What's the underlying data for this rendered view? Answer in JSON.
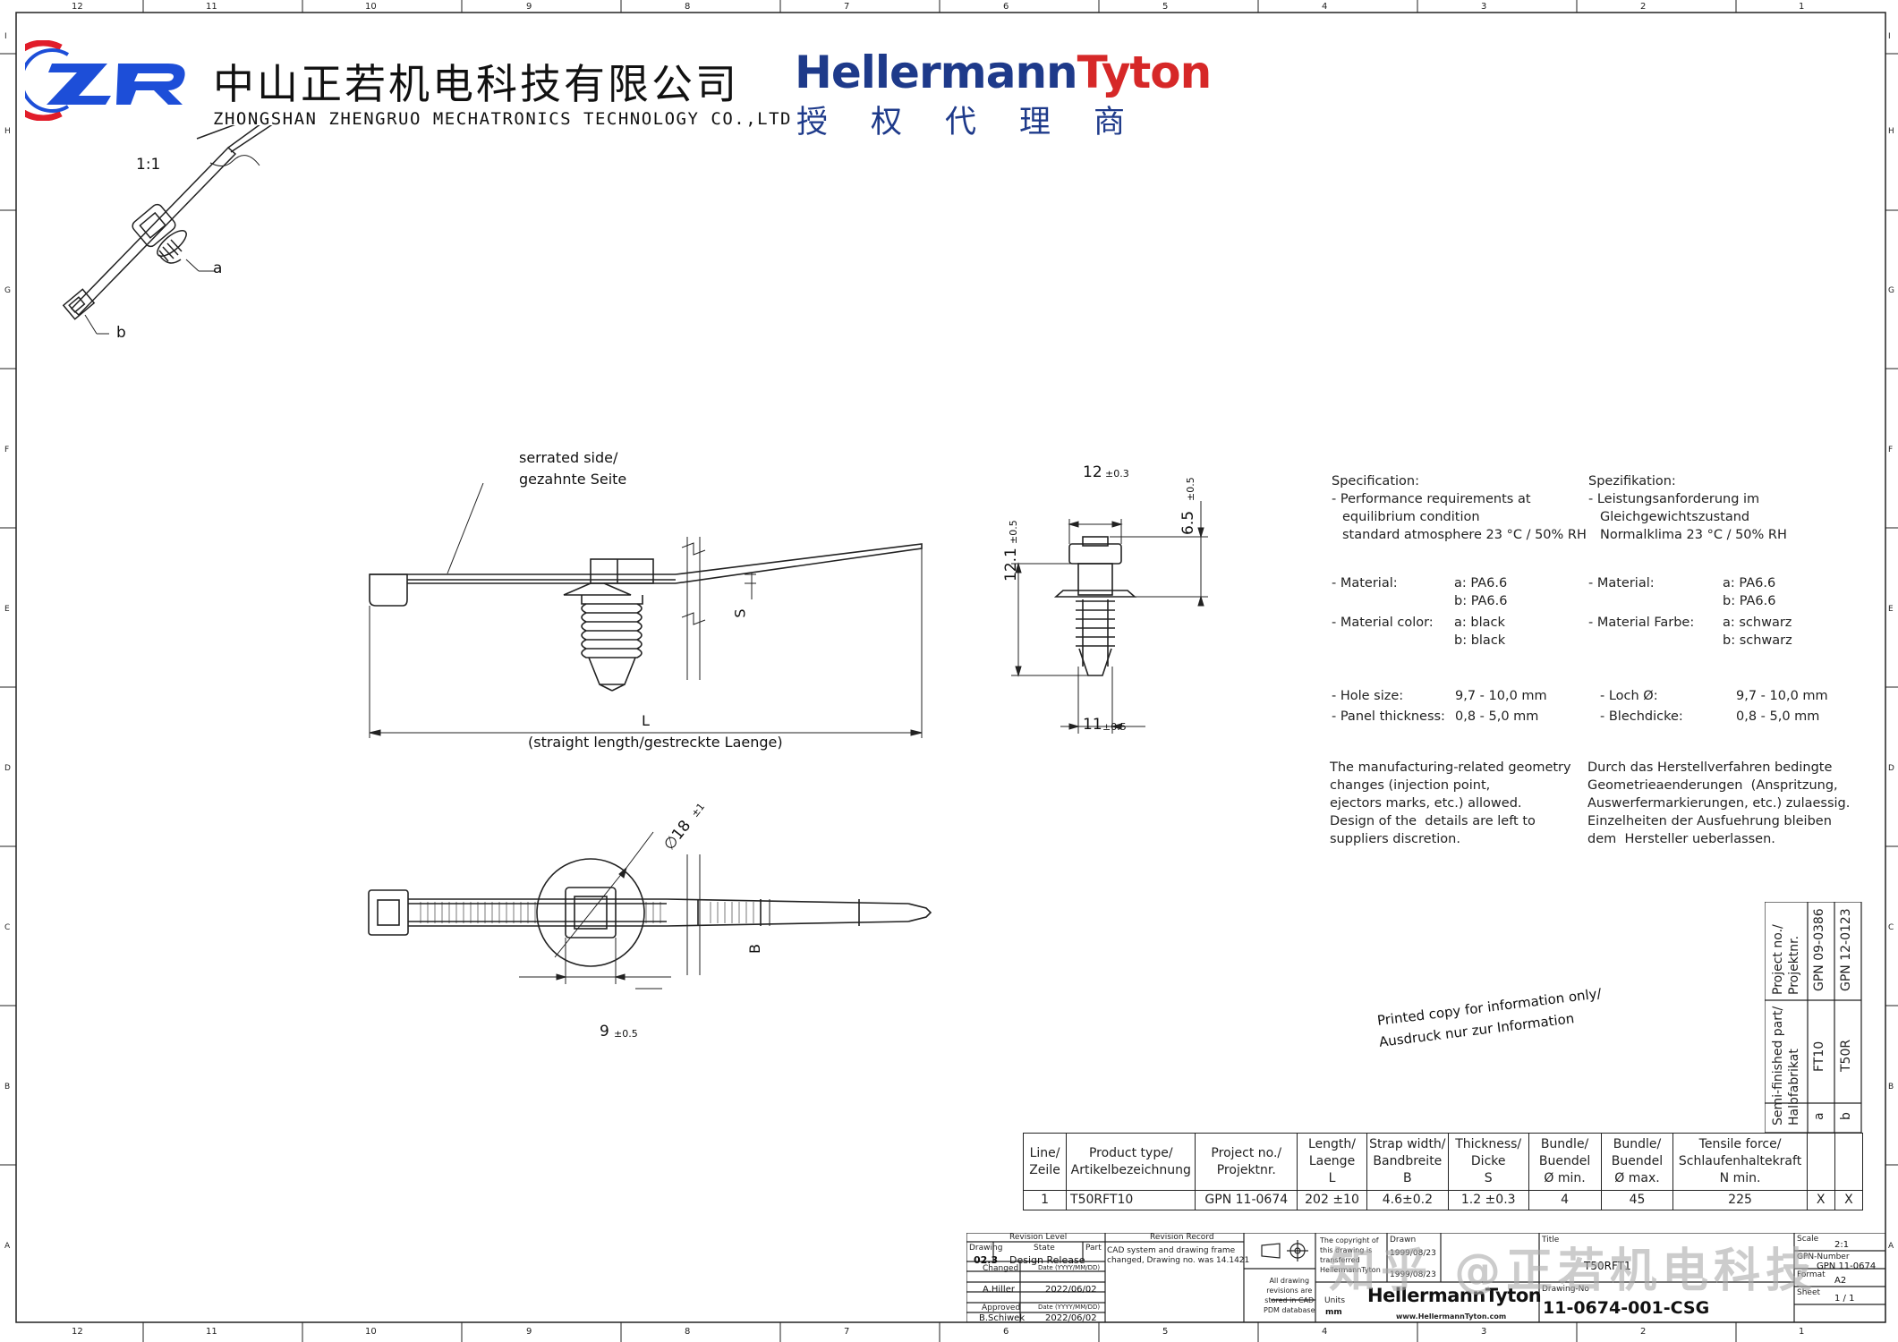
{
  "frame": {
    "col_numbers": [
      "12",
      "11",
      "10",
      "9",
      "8",
      "7",
      "6",
      "5",
      "4",
      "3",
      "2",
      "1"
    ],
    "row_letters": [
      "I",
      "H",
      "G",
      "F",
      "E",
      "D",
      "C",
      "B",
      "A"
    ]
  },
  "header": {
    "zr_logo_text": "ZR",
    "company_cn": "中山正若机电科技有限公司",
    "company_en": "ZHONGSHAN ZHENGRUO MECHATRONICS TECHNOLOGY CO.,LTD",
    "brand_part1": "Hellermann",
    "brand_part2": "Tyton",
    "brand_sub": "授权代理商",
    "colors": {
      "zr_blue": "#1d4ed8",
      "zr_red": "#e11d2a",
      "brand_blue": "#1e3a8a",
      "brand_red": "#d62828"
    }
  },
  "iso_view": {
    "scale": "1:1",
    "label_a": "a",
    "label_b": "b"
  },
  "side_view": {
    "serrated_label_1": "serrated side/",
    "serrated_label_2": "gezahnte Seite",
    "dim_s": "S",
    "dim_l": "L",
    "straight_length": "(straight length/gestreckte Laenge)"
  },
  "end_view": {
    "dim_width_top": "12",
    "dim_width_top_tol": "±0.3",
    "dim_height_top": "6.5",
    "dim_height_top_tol": "±0.5",
    "dim_height_total": "12.1",
    "dim_height_total_tol": "±0.5",
    "dim_width_bottom": "11",
    "dim_width_bottom_tol": "±0.5"
  },
  "top_view": {
    "dim_diameter": "∅18",
    "dim_diameter_tol": "±1",
    "dim_b": "B",
    "dim_width": "9",
    "dim_width_tol": "±0.5"
  },
  "spec_en": {
    "title": "Specification:",
    "perf_1": "- Performance requirements at",
    "perf_2": "equilibrium condition",
    "perf_3": "standard atmosphere 23 °C / 50% RH",
    "material_label": "- Material:",
    "material_a": "a: PA6.6",
    "material_b": "b: PA6.6",
    "color_label": "- Material color:",
    "color_a": "a: black",
    "color_b": "b: black",
    "hole_label": "- Hole size:",
    "hole_value": "9,7 - 10,0 mm",
    "panel_label": "- Panel thickness:",
    "panel_value": "0,8 - 5,0 mm",
    "note_1": "The manufacturing-related geometry",
    "note_2": "changes (injection point,",
    "note_3": "ejectors marks, etc.) allowed.",
    "note_4": "Design of the  details are left to",
    "note_5": "suppliers discretion."
  },
  "spec_de": {
    "title": "Spezifikation:",
    "perf_1": "- Leistungsanforderung im",
    "perf_2": "Gleichgewichtszustand",
    "perf_3": "Normalklima 23 °C / 50% RH",
    "material_label": "- Material:",
    "material_a": "a: PA6.6",
    "material_b": "b: PA6.6",
    "color_label": "- Material Farbe:",
    "color_a": "a: schwarz",
    "color_b": "b: schwarz",
    "hole_label": "- Loch Ø:",
    "hole_value": "9,7 - 10,0 mm",
    "panel_label": "- Blechdicke:",
    "panel_value": "0,8 - 5,0 mm",
    "note_1": "Durch das Herstellverfahren bedingte",
    "note_2": "Geometrieaenderungen  (Anspritzung,",
    "note_3": "Auswerfermarkierungen, etc.) zulaessig.",
    "note_4": "Einzelheiten der Ausfuehrung bleiben",
    "note_5": "dem  Hersteller ueberlassen."
  },
  "printed_copy": {
    "line_1": "Printed copy for information only/",
    "line_2": "Ausdruck nur zur Information"
  },
  "semi_table": {
    "header_semi": "Semi-finished part/\nHalbfabrikat",
    "header_project": "Project no./\nProjektnr.",
    "row_a": {
      "label": "a",
      "part": "FT10",
      "project": "GPN 09-0386"
    },
    "row_b": {
      "label": "b",
      "part": "T50R",
      "project": "GPN 12-0123"
    }
  },
  "product_table": {
    "headers": [
      "Line/\nZeile",
      "Product type/\nArtikelbezeichnung",
      "Project no./\nProjektnr.",
      "Length/\nLaenge\nL",
      "Strap width/\nBandbreite\nB",
      "Thickness/\nDicke\nS",
      "Bundle/\nBuendel\nØ min.",
      "Bundle/\nBuendel\nØ max.",
      "Tensile force/\nSchlaufenhaltekraft\nN min."
    ],
    "row": [
      "1",
      "T50RFT10",
      "GPN 11-0674",
      "202 ±10",
      "4.6±0.2",
      "1.2 ±0.3",
      "4",
      "45",
      "225",
      "X",
      "X"
    ]
  },
  "title_block": {
    "revision_level": "Revision Level",
    "revision_record": "Revision Record",
    "drawing": "Drawing",
    "state": "State",
    "part": "Part",
    "rev_no": "02.3",
    "rev_state": "Design Release",
    "record_text": "CAD system and drawing frame\nchanged, Drawing no. was 14.1421",
    "changed": "Changed",
    "date_label": "Date (YYYY/MM/DD)",
    "changed_by": "A.Hiller",
    "changed_date": "2022/06/02",
    "approved": "Approved",
    "approved_by": "B.Schiwek",
    "approved_date": "2022/06/02",
    "storage_note": "All drawing\nrevisions are\nstored in CAD\nPDM database",
    "units_label": "Units",
    "units_value": "mm",
    "copyright": "The copyright of\nthis drawing is\ntransferred\nHellermannTyton",
    "drawn": "Drawn",
    "drawn_date": "1999/08/23",
    "checked_date": "1999/08/23",
    "title_label": "Title",
    "title_value": "T50RFT1",
    "ht_logo": "HellermannTyton",
    "ht_url": "www.HellermannTyton.com",
    "drawing_no_label": "Drawing-No",
    "drawing_no": "11-0674-001-CSG",
    "scale_label": "Scale",
    "scale_value": "2:1",
    "gpn_label": "GPN-Number",
    "gpn_value": "GPN 11-0674",
    "format_label": "Format",
    "format_value": "A2",
    "sheet_label": "Sheet",
    "sheet_value": "1 / 1",
    "watermark": "知乎 @正若机电科技"
  }
}
